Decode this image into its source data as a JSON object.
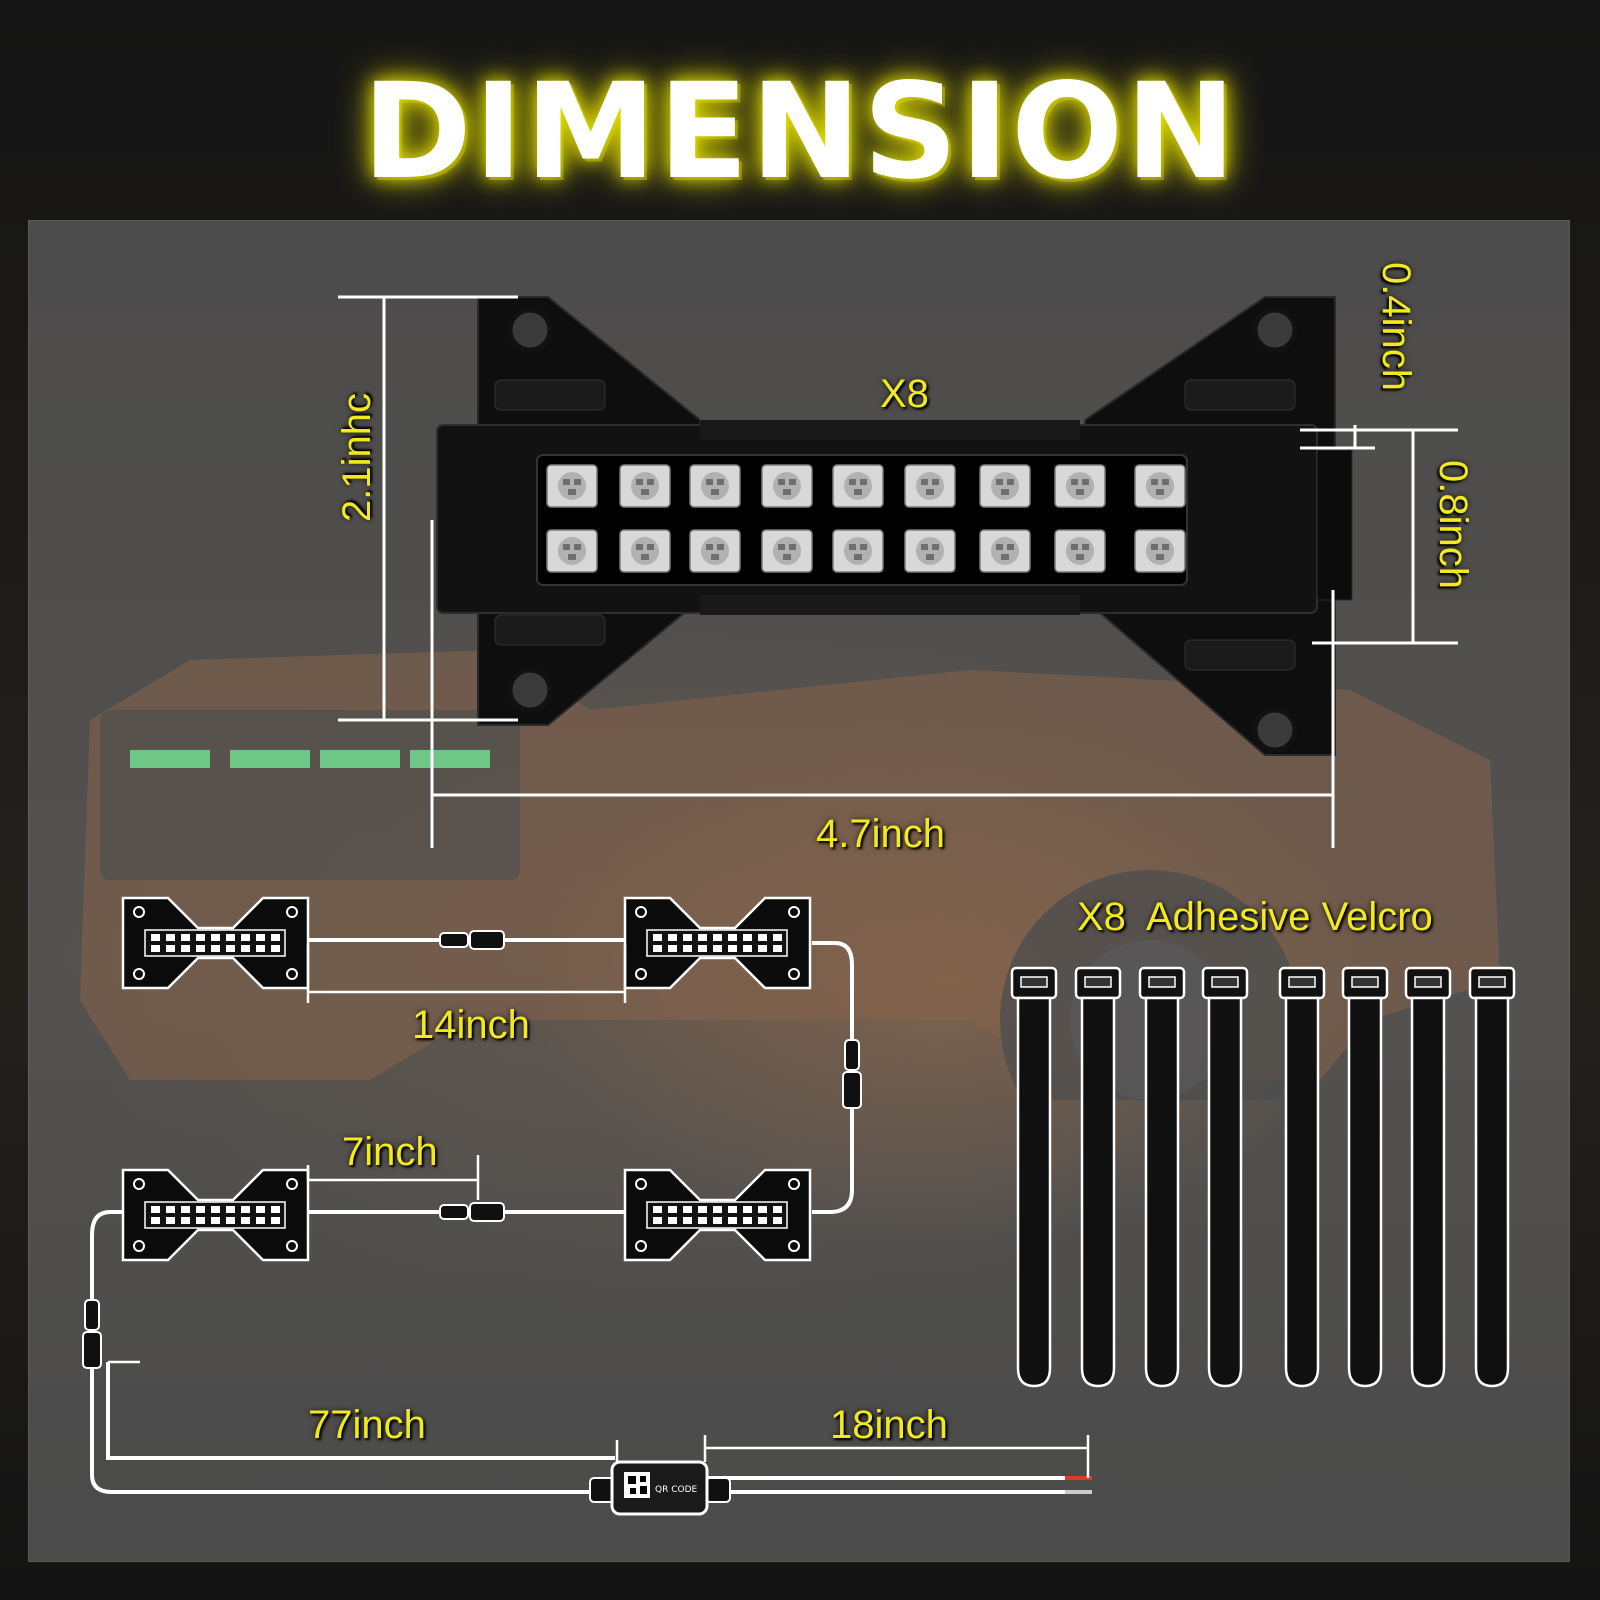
{
  "title": "DIMENSION",
  "labels": {
    "count_top": "X8",
    "height": "2.1inhc",
    "width": "4.7inch",
    "lens_height": "0.8inch",
    "gap": "0.4inch",
    "spacing_14": "14inch",
    "spacing_7": "7inch",
    "cable_77": "77inch",
    "cable_18": "18inch",
    "velcro": "X8  Adhesive Velcro",
    "module_text": "QR CODE"
  },
  "colors": {
    "label_yellow": "#f2ea1c",
    "title_glow": "#e6e300",
    "led_green": "#4dff80"
  }
}
